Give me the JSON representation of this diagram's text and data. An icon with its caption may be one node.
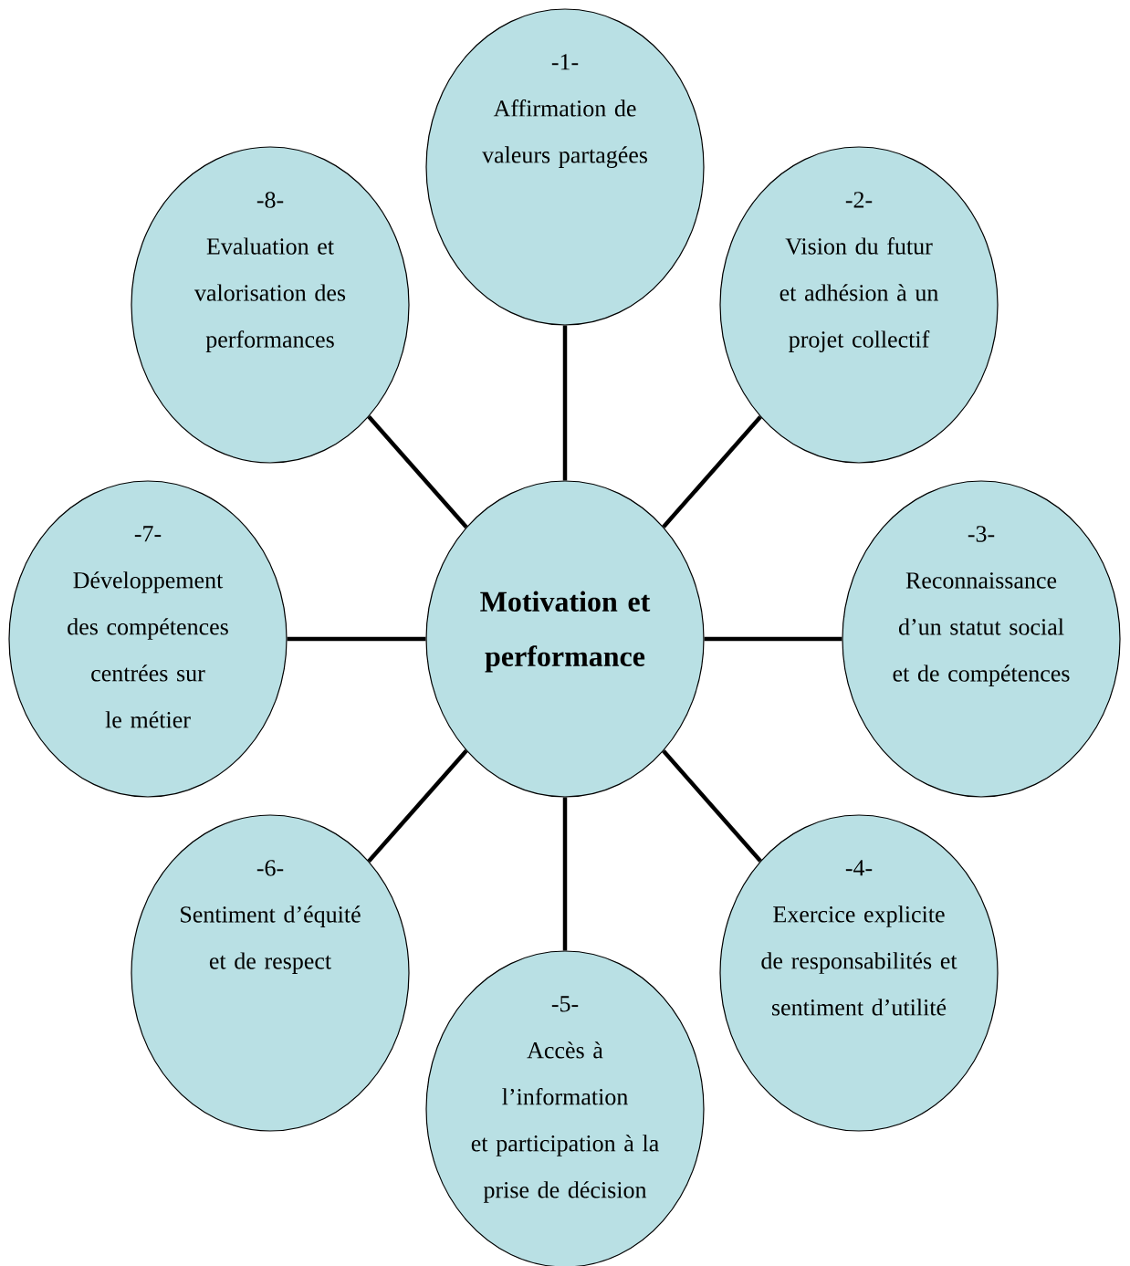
{
  "diagram": {
    "nodes": [
      {
        "text": [
          "Motivation et performance"
        ]
      },
      {
        "text": [
          "-1-",
          "Affirmation de valeurs partagées"
        ]
      },
      {
        "text": [
          "-2-",
          "Vision du futur et adhésion à un projet collectif"
        ]
      },
      {
        "text": [
          "-3-",
          "Reconnaissance d’un statut social et de compétences"
        ]
      },
      {
        "text": [
          "-4-",
          "Exercice explicite de responsabilités et sentiment d’utilité"
        ]
      },
      {
        "text": [
          "-5-",
          "Accès à l’information et participation à la prise de décision"
        ]
      },
      {
        "text": [
          "-6-",
          "Sentiment d’équité et de respect"
        ]
      },
      {
        "text": [
          "-7-",
          "Développement des compétences centrées sur le métier"
        ]
      },
      {
        "text": [
          "-8-",
          "Evaluation et valorisation des performances"
        ]
      }
    ],
    "edges": [
      {
        "from": 0,
        "to": 1,
        "arrow": "none"
      },
      {
        "from": 0,
        "to": 2,
        "arrow": "none"
      },
      {
        "from": 0,
        "to": 3,
        "arrow": "none"
      },
      {
        "from": 0,
        "to": 4,
        "arrow": "none"
      },
      {
        "from": 0,
        "to": 5,
        "arrow": "none"
      },
      {
        "from": 0,
        "to": 6,
        "arrow": "none"
      },
      {
        "from": 0,
        "to": 7,
        "arrow": "none"
      },
      {
        "from": 0,
        "to": 8,
        "arrow": "none"
      }
    ]
  }
}
